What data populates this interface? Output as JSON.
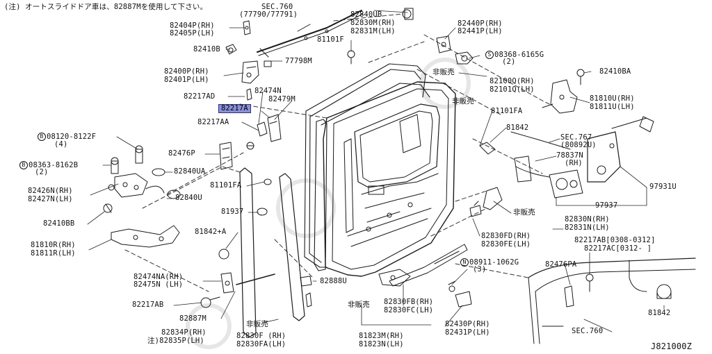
{
  "diagram_id": "J821000Z",
  "note": "(注) オートスライドドア車は、82887Mを使用して下さい。",
  "highlighted_part": "82217A",
  "labels": {
    "sec760_top": "SEC.760",
    "sec760_top_sub": "(77790/77791)",
    "p82840UB": "82840UB",
    "p82830M": "82830M(RH)",
    "p82831M": "82831M(LH)",
    "p82440P": "82440P(RH)",
    "p82441P": "82441P(LH)",
    "p82404P": "82404P(RH)",
    "p82405P": "82405P(LH)",
    "p81101F": "81101F",
    "p08368": "08368-6165G",
    "p08368_qty": "(2)",
    "p82410B": "82410B",
    "p77798M": "77798M",
    "hanbai1": "非販売",
    "p82100Q": "82100Q(RH)",
    "p82101Q": "82101Q(LH)",
    "p82400P": "82400P(RH)",
    "p82401P": "82401P(LH)",
    "p82474N": "82474N",
    "hanbai2": "非販売",
    "p82410BA": "82410BA",
    "p82217AD": "82217AD",
    "p82479M": "82479M",
    "p81810U": "81810U(RH)",
    "p81811U": "81811U(LH)",
    "p82217A": "82217A",
    "p81101FA": "81101FA",
    "p82217AA": "82217AA",
    "p81842_top": "81842",
    "sec767": "SEC.767",
    "sec767_sub": "(80892U)",
    "p08120": "08120-8122F",
    "p08120_qty": "(4)",
    "p82476P": "82476P",
    "p78837N": "78837N",
    "p78837N_rh": "(RH)",
    "p08363": "08363-8162B",
    "p08363_qty": "(2)",
    "p82840UA": "82840UA",
    "p97931U": "97931U",
    "p82426N": "82426N(RH)",
    "p82427N": "82427N(LH)",
    "p81101FA_mid": "81101FA",
    "p82840U": "82840U",
    "p97937": "97937",
    "p81937": "81937",
    "hanbai3": "非販売",
    "p82830FD": "82830FD(RH)",
    "p82830FE": "82830FE(LH)",
    "p82830N": "82830N(RH)",
    "p82831N": "82831N(LH)",
    "p82410BB": "82410BB",
    "p81842A": "81842+A",
    "p82217AB_C": "82217AB[0308-0312]",
    "p82217AC_C": "82217AC[0312-    ]",
    "p81810R": "81810R(RH)",
    "p81811R": "81811R(LH)",
    "p08911": "08911-1062G",
    "p08911_qty": "(3)",
    "p82476PA": "82476PA",
    "p82474NA": "82474NA(RH)",
    "p82475N": "82475N (LH)",
    "p82888U": "82888U",
    "p82217AB": "82217AB",
    "hanbai4": "非販売",
    "p82830FB": "82830FB(RH)",
    "p82830FC": "82830FC(LH)",
    "p82887M": "82887M",
    "p82430P": "82430P(RH)",
    "p82431P": "82431P(LH)",
    "p81842_bot": "81842",
    "hanbai5": "非販売",
    "p82834P": "82834P(RH)",
    "p82835P": "注)82835P(LH)",
    "p82830F": "82830F  (RH)",
    "p82830FA": "82830FA(LH)",
    "p81823M": "81823M(RH)",
    "p81823N": "81823N(LH)",
    "sec760_bot": "SEC.760"
  },
  "circle_letters": {
    "S": "S",
    "B": "B",
    "N": "N"
  }
}
